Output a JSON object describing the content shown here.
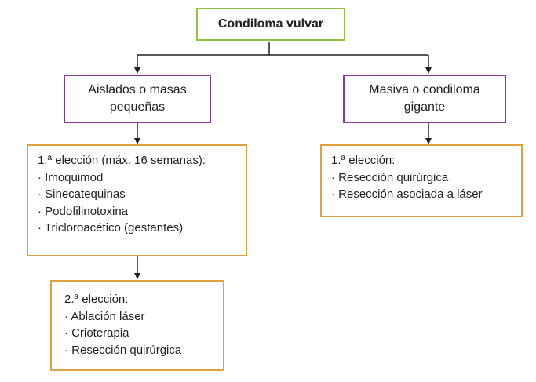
{
  "root": {
    "label": "Condiloma vulvar"
  },
  "left_branch": {
    "line1": "Aislados o masas",
    "line2": "pequeñas",
    "first_choice": {
      "heading": "1.ª elección (máx. 16 semanas):",
      "items": [
        "· Imoquimod",
        "· Sinecatequinas",
        "· Podofilinotoxina",
        "· Tricloroacético (gestantes)"
      ]
    },
    "second_choice": {
      "heading": "2.ª elección:",
      "items": [
        "· Ablación láser",
        "· Crioterapia",
        "· Resección quirúrgica"
      ]
    }
  },
  "right_branch": {
    "line1": "Masiva o condiloma",
    "line2": "gigante",
    "first_choice": {
      "heading": "1.ª elección:",
      "items": [
        "· Resección quirúrgica",
        "· Resección asociada a láser"
      ]
    }
  },
  "colors": {
    "root_border": "#8dc63f",
    "category_border": "#8b3a96",
    "treatment_border": "#e0a040",
    "connector": "#231f20"
  }
}
